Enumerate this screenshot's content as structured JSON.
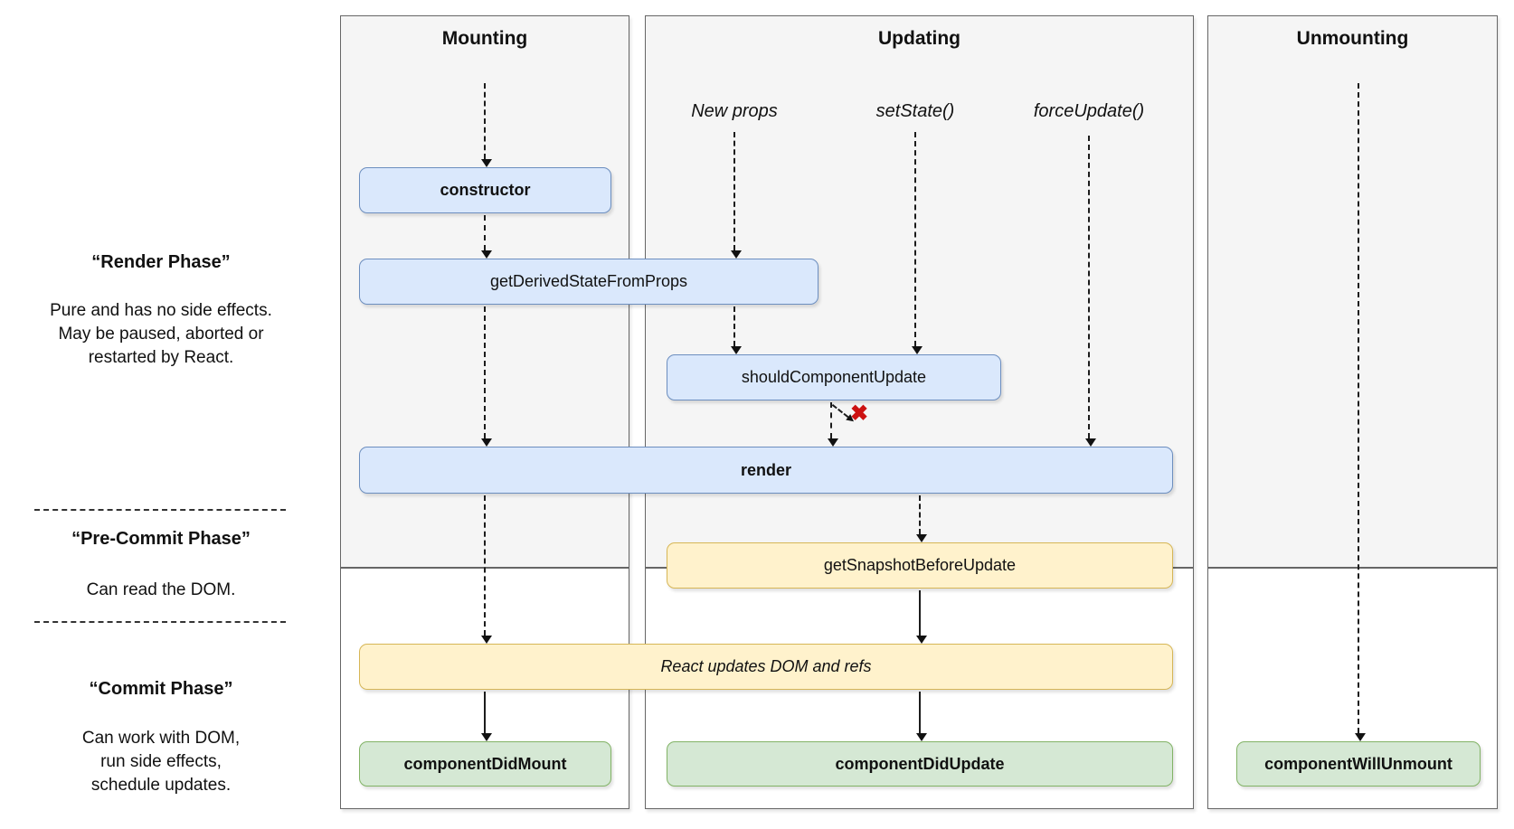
{
  "phases": [
    {
      "title": "“Render Phase”",
      "lines": [
        "Pure and has no side effects.",
        "May be paused, aborted or",
        "restarted by React."
      ]
    },
    {
      "title": "“Pre-Commit Phase”",
      "lines": [
        "Can read the DOM."
      ]
    },
    {
      "title": "“Commit Phase”",
      "lines": [
        "Can work with DOM,",
        "run side effects,",
        "schedule updates."
      ]
    }
  ],
  "columns": [
    {
      "title": "Mounting"
    },
    {
      "title": "Updating",
      "triggers": [
        "New props",
        "setState()",
        "forceUpdate()"
      ]
    },
    {
      "title": "Unmounting"
    }
  ],
  "nodes": {
    "constructor": "constructor",
    "getDerivedStateFromProps": "getDerivedStateFromProps",
    "shouldComponentUpdate": "shouldComponentUpdate",
    "render": "render",
    "getSnapshotBeforeUpdate": "getSnapshotBeforeUpdate",
    "reactUpdates": "React updates DOM and refs",
    "componentDidMount": "componentDidMount",
    "componentDidUpdate": "componentDidUpdate",
    "componentWillUnmount": "componentWillUnmount"
  },
  "markers": {
    "skip_update": "✖"
  },
  "colors": {
    "node_blue_fill": "#dae8fc",
    "node_blue_border": "#6c8ebf",
    "node_yellow_fill": "#fff2cc",
    "node_yellow_border": "#d6b656",
    "node_green_fill": "#d5e8d4",
    "node_green_border": "#82b366",
    "column_fill": "#f5f5f5",
    "column_border": "#666666",
    "marker_red": "#cc1111"
  }
}
